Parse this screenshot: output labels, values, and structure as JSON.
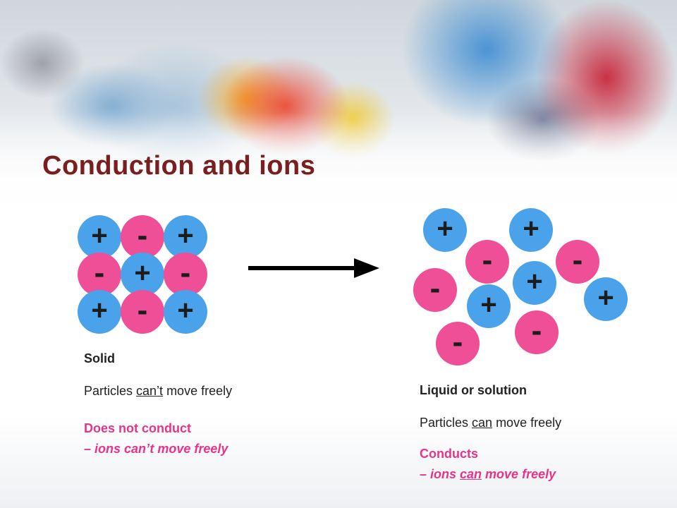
{
  "title": "Conduction and ions",
  "colors": {
    "title": "#7a1f1f",
    "positive_ion": "#4aa3ea",
    "negative_ion": "#ee4f96",
    "conduct_text": "#e6348a"
  },
  "solid": {
    "heading": "Solid",
    "particles": {
      "before": "Particles ",
      "emph": "can’t",
      "after": " move freely"
    },
    "conduction": "Does not conduct",
    "reason": "– ions can’t move freely",
    "ion_grid": [
      [
        "+",
        "-",
        "+"
      ],
      [
        "-",
        "+",
        "-"
      ],
      [
        "+",
        "-",
        "+"
      ]
    ]
  },
  "liquid": {
    "heading": "Liquid or solution",
    "particles": {
      "before": "Particles ",
      "emph": "can",
      "after": " move freely"
    },
    "conduction": "Conducts",
    "reason": {
      "before": "– ions ",
      "emph": "can",
      "after": " move freely"
    },
    "ions": [
      "+",
      "+",
      "-",
      "-",
      "+",
      "-",
      "+",
      "+",
      "-",
      "-"
    ]
  },
  "arrow_icon": "right-arrow-icon"
}
